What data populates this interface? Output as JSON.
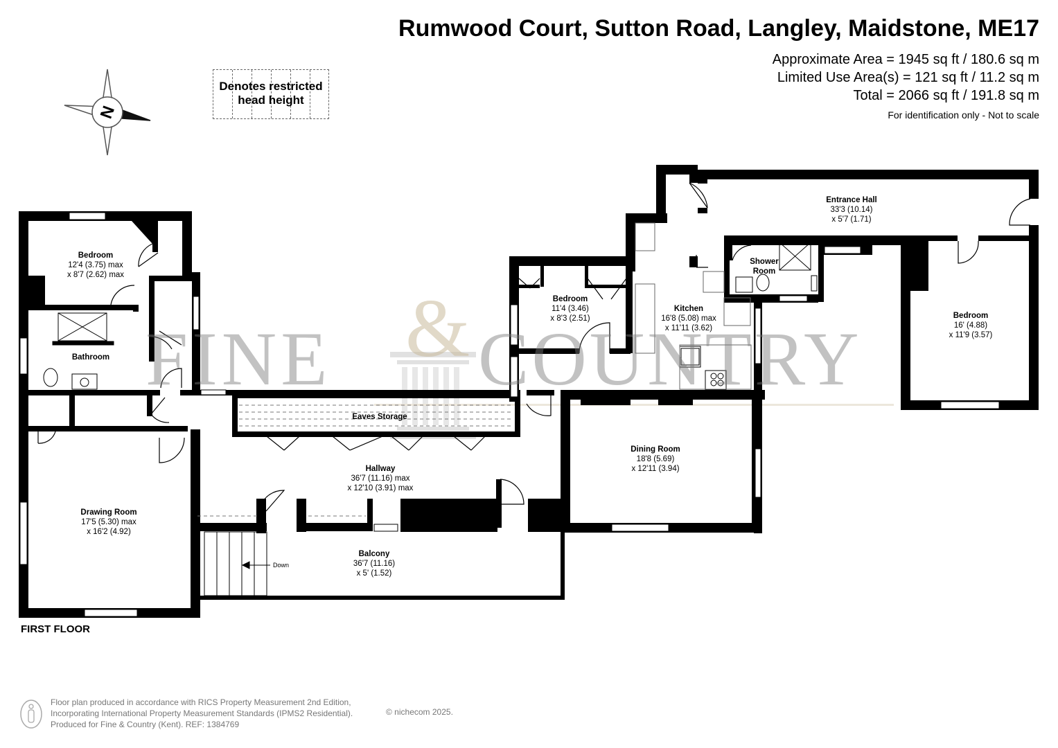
{
  "header": {
    "title": "Rumwood Court, Sutton Road, Langley, Maidstone, ME17",
    "area_lines": [
      "Approximate Area = 1945 sq ft / 180.6 sq m",
      "Limited Use Area(s) = 121 sq ft / 11.2 sq m",
      "Total = 2066 sq ft / 191.8 sq m"
    ],
    "note": "For identification only - Not to scale"
  },
  "legend": {
    "line1": "Denotes restricted",
    "line2": "head height"
  },
  "compass": {
    "label": "N",
    "icon": "compass-north-icon"
  },
  "watermark": {
    "word1": "FINE",
    "amp": "&",
    "word2": "COUNTRY",
    "color": "#c9b99a"
  },
  "rooms": {
    "bedroom_1": {
      "name": "Bedroom",
      "dims": [
        "12'4 (3.75) max",
        "x 8'7 (2.62) max"
      ]
    },
    "bathroom": {
      "name": "Bathroom",
      "dims": []
    },
    "drawing_room": {
      "name": "Drawing Room",
      "dims": [
        "17'5 (5.30) max",
        "x 16'2 (4.92)"
      ]
    },
    "eaves_storage": {
      "name": "Eaves Storage",
      "dims": []
    },
    "hallway": {
      "name": "Hallway",
      "dims": [
        "36'7 (11.16) max",
        "x 12'10 (3.91) max"
      ]
    },
    "balcony": {
      "name": "Balcony",
      "dims": [
        "36'7 (11.16)",
        "x 5' (1.52)"
      ]
    },
    "bedroom_2": {
      "name": "Bedroom",
      "dims": [
        "11'4 (3.46)",
        "x 8'3 (2.51)"
      ]
    },
    "kitchen": {
      "name": "Kitchen",
      "dims": [
        "16'8 (5.08) max",
        "x 11'11 (3.62)"
      ]
    },
    "shower_room": {
      "name": "Shower",
      "name2": "Room",
      "dims": []
    },
    "entrance_hall": {
      "name": "Entrance Hall",
      "dims": [
        "33'3 (10.14)",
        "x 5'7 (1.71)"
      ]
    },
    "bedroom_3": {
      "name": "Bedroom",
      "dims": [
        "16' (4.88)",
        "x 11'9 (3.57)"
      ]
    },
    "dining_room": {
      "name": "Dining Room",
      "dims": [
        "18'8 (5.69)",
        "x 12'11 (3.94)"
      ]
    }
  },
  "stairs_label": "Down",
  "floor_label": "FIRST FLOOR",
  "footer": {
    "lines": [
      "Floor plan produced in accordance with RICS Property Measurement 2nd Edition,",
      "Incorporating International Property Measurement Standards (IPMS2 Residential).",
      "Produced for Fine & Country (Kent).   REF:  1384769"
    ],
    "copyright": "© nichecom 2025."
  }
}
